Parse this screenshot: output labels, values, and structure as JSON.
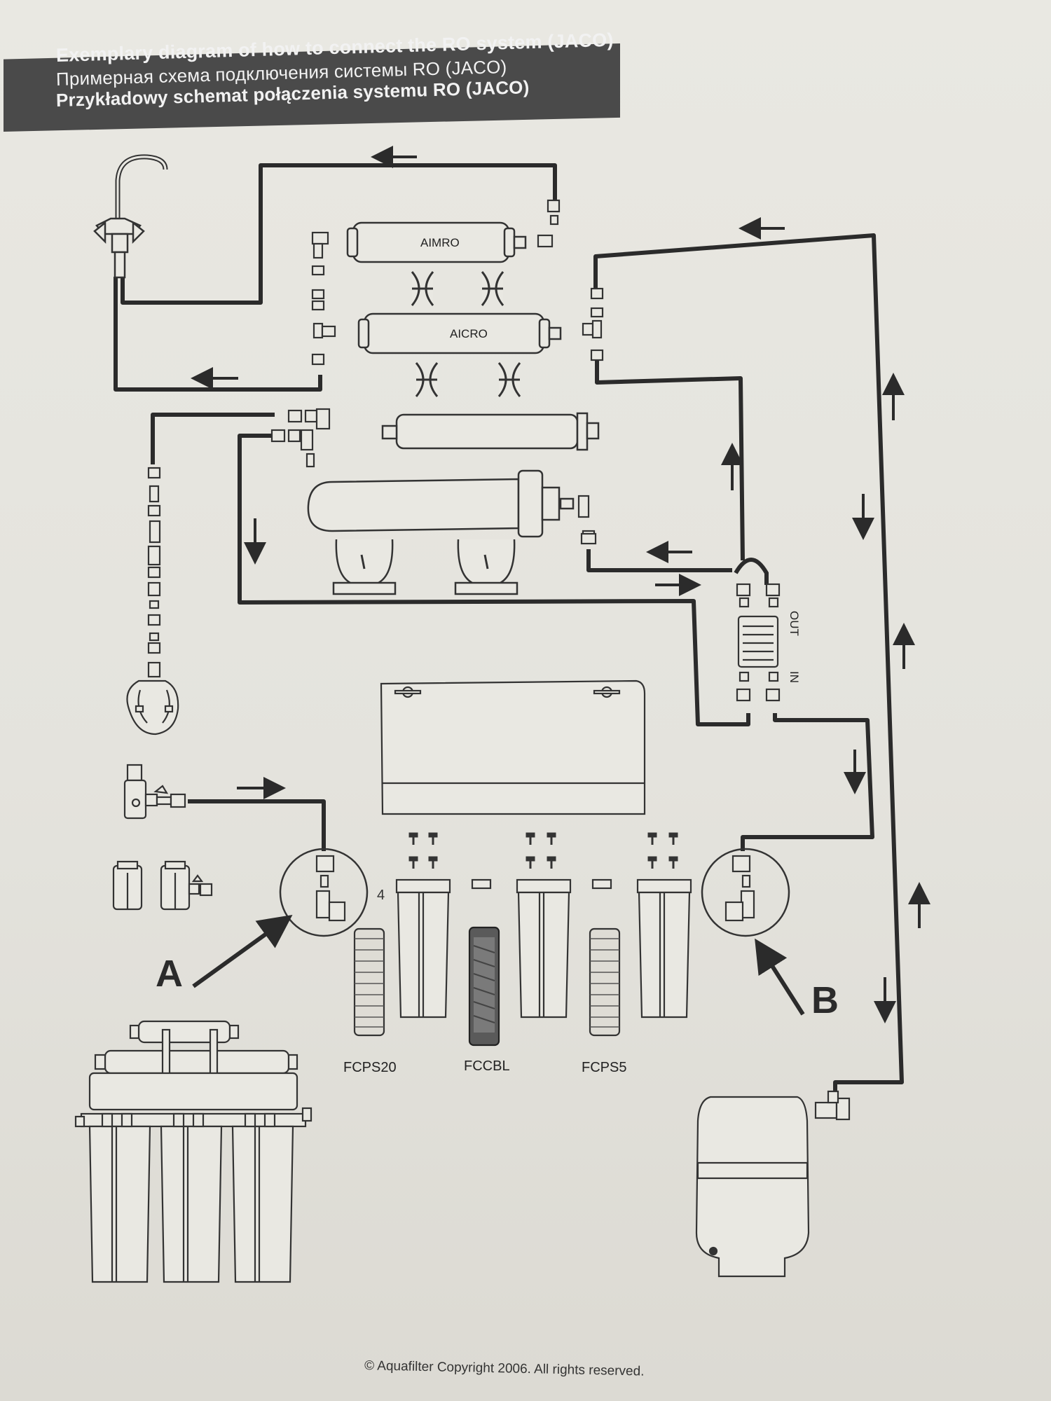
{
  "title": {
    "en": "Exemplary diagram of how to connect the RO system (JACO)",
    "ru": "Примерная схема подключения системы RO (JACO)",
    "pl": "Przykładowy schemat połączenia systemu RO (JACO)"
  },
  "labels": {
    "aimro": "AIMRO",
    "aicro": "AICRO",
    "out": "OUT",
    "in": "IN",
    "four": "4",
    "callout_a": "A",
    "callout_b": "B",
    "fcps20": "FCPS20",
    "fccbl": "FCCBL",
    "fcps5": "FCPS5"
  },
  "footer": "© Aquafilter Copyright 2006. All rights reserved.",
  "colors": {
    "line": "#2b2b2b",
    "banner": "#4a4a4a",
    "paper": "#e8e7e1"
  }
}
